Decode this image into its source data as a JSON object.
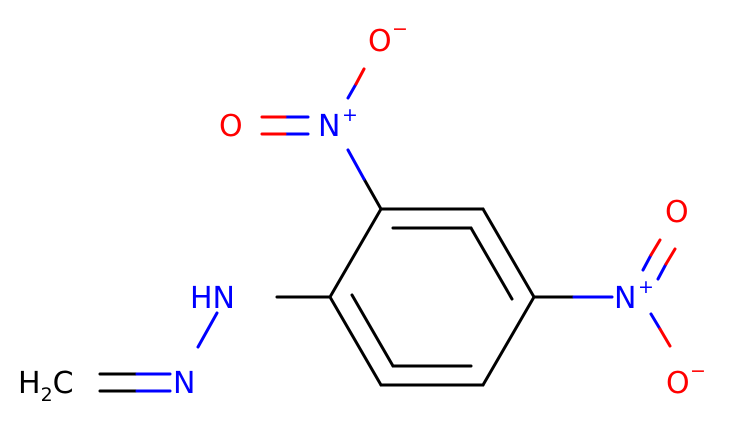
{
  "molecule": {
    "colors": {
      "carbon_bond": "#000000",
      "nitrogen": "#0000ff",
      "oxygen": "#ff0000"
    },
    "labels": {
      "nh": "HN",
      "imine_n": "N",
      "ch2_h": "H",
      "ch2_sub": "2",
      "ch2_c": "C",
      "nitro_n_top": "N",
      "nitro_n_top_charge": "+",
      "nitro_o_top_double": "O",
      "nitro_o_top_single": "O",
      "nitro_o_top_single_charge": "−",
      "nitro_n_right": "N",
      "nitro_n_right_charge": "+",
      "nitro_o_right_double": "O",
      "nitro_o_right_single": "O",
      "nitro_o_right_single_charge": "−"
    }
  }
}
